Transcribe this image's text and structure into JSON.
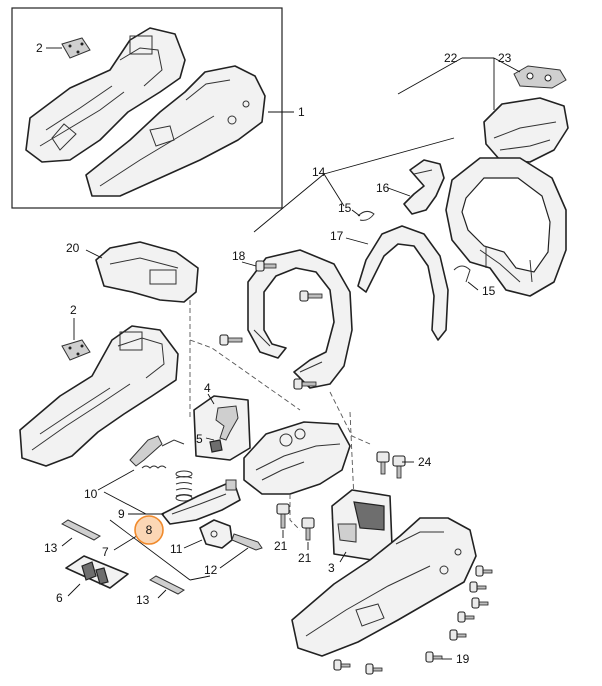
{
  "callouts": {
    "c1": "1",
    "c2a": "2",
    "c2b": "2",
    "c3": "3",
    "c4": "4",
    "c5": "5",
    "c6": "6",
    "c7": "7",
    "c8": "8",
    "c9": "9",
    "c10": "10",
    "c11": "11",
    "c12": "12",
    "c13a": "13",
    "c13b": "13",
    "c14": "14",
    "c15a": "15",
    "c15b": "15",
    "c16": "16",
    "c17": "17",
    "c18": "18",
    "c19": "19",
    "c20": "20",
    "c21a": "21",
    "c21b": "21",
    "c22": "22",
    "c23": "23",
    "c24": "24"
  },
  "highlighted_part": "8",
  "colors": {
    "highlight_fill": "#fbd7b5",
    "highlight_stroke": "#f08a2c",
    "line": "#222222"
  }
}
